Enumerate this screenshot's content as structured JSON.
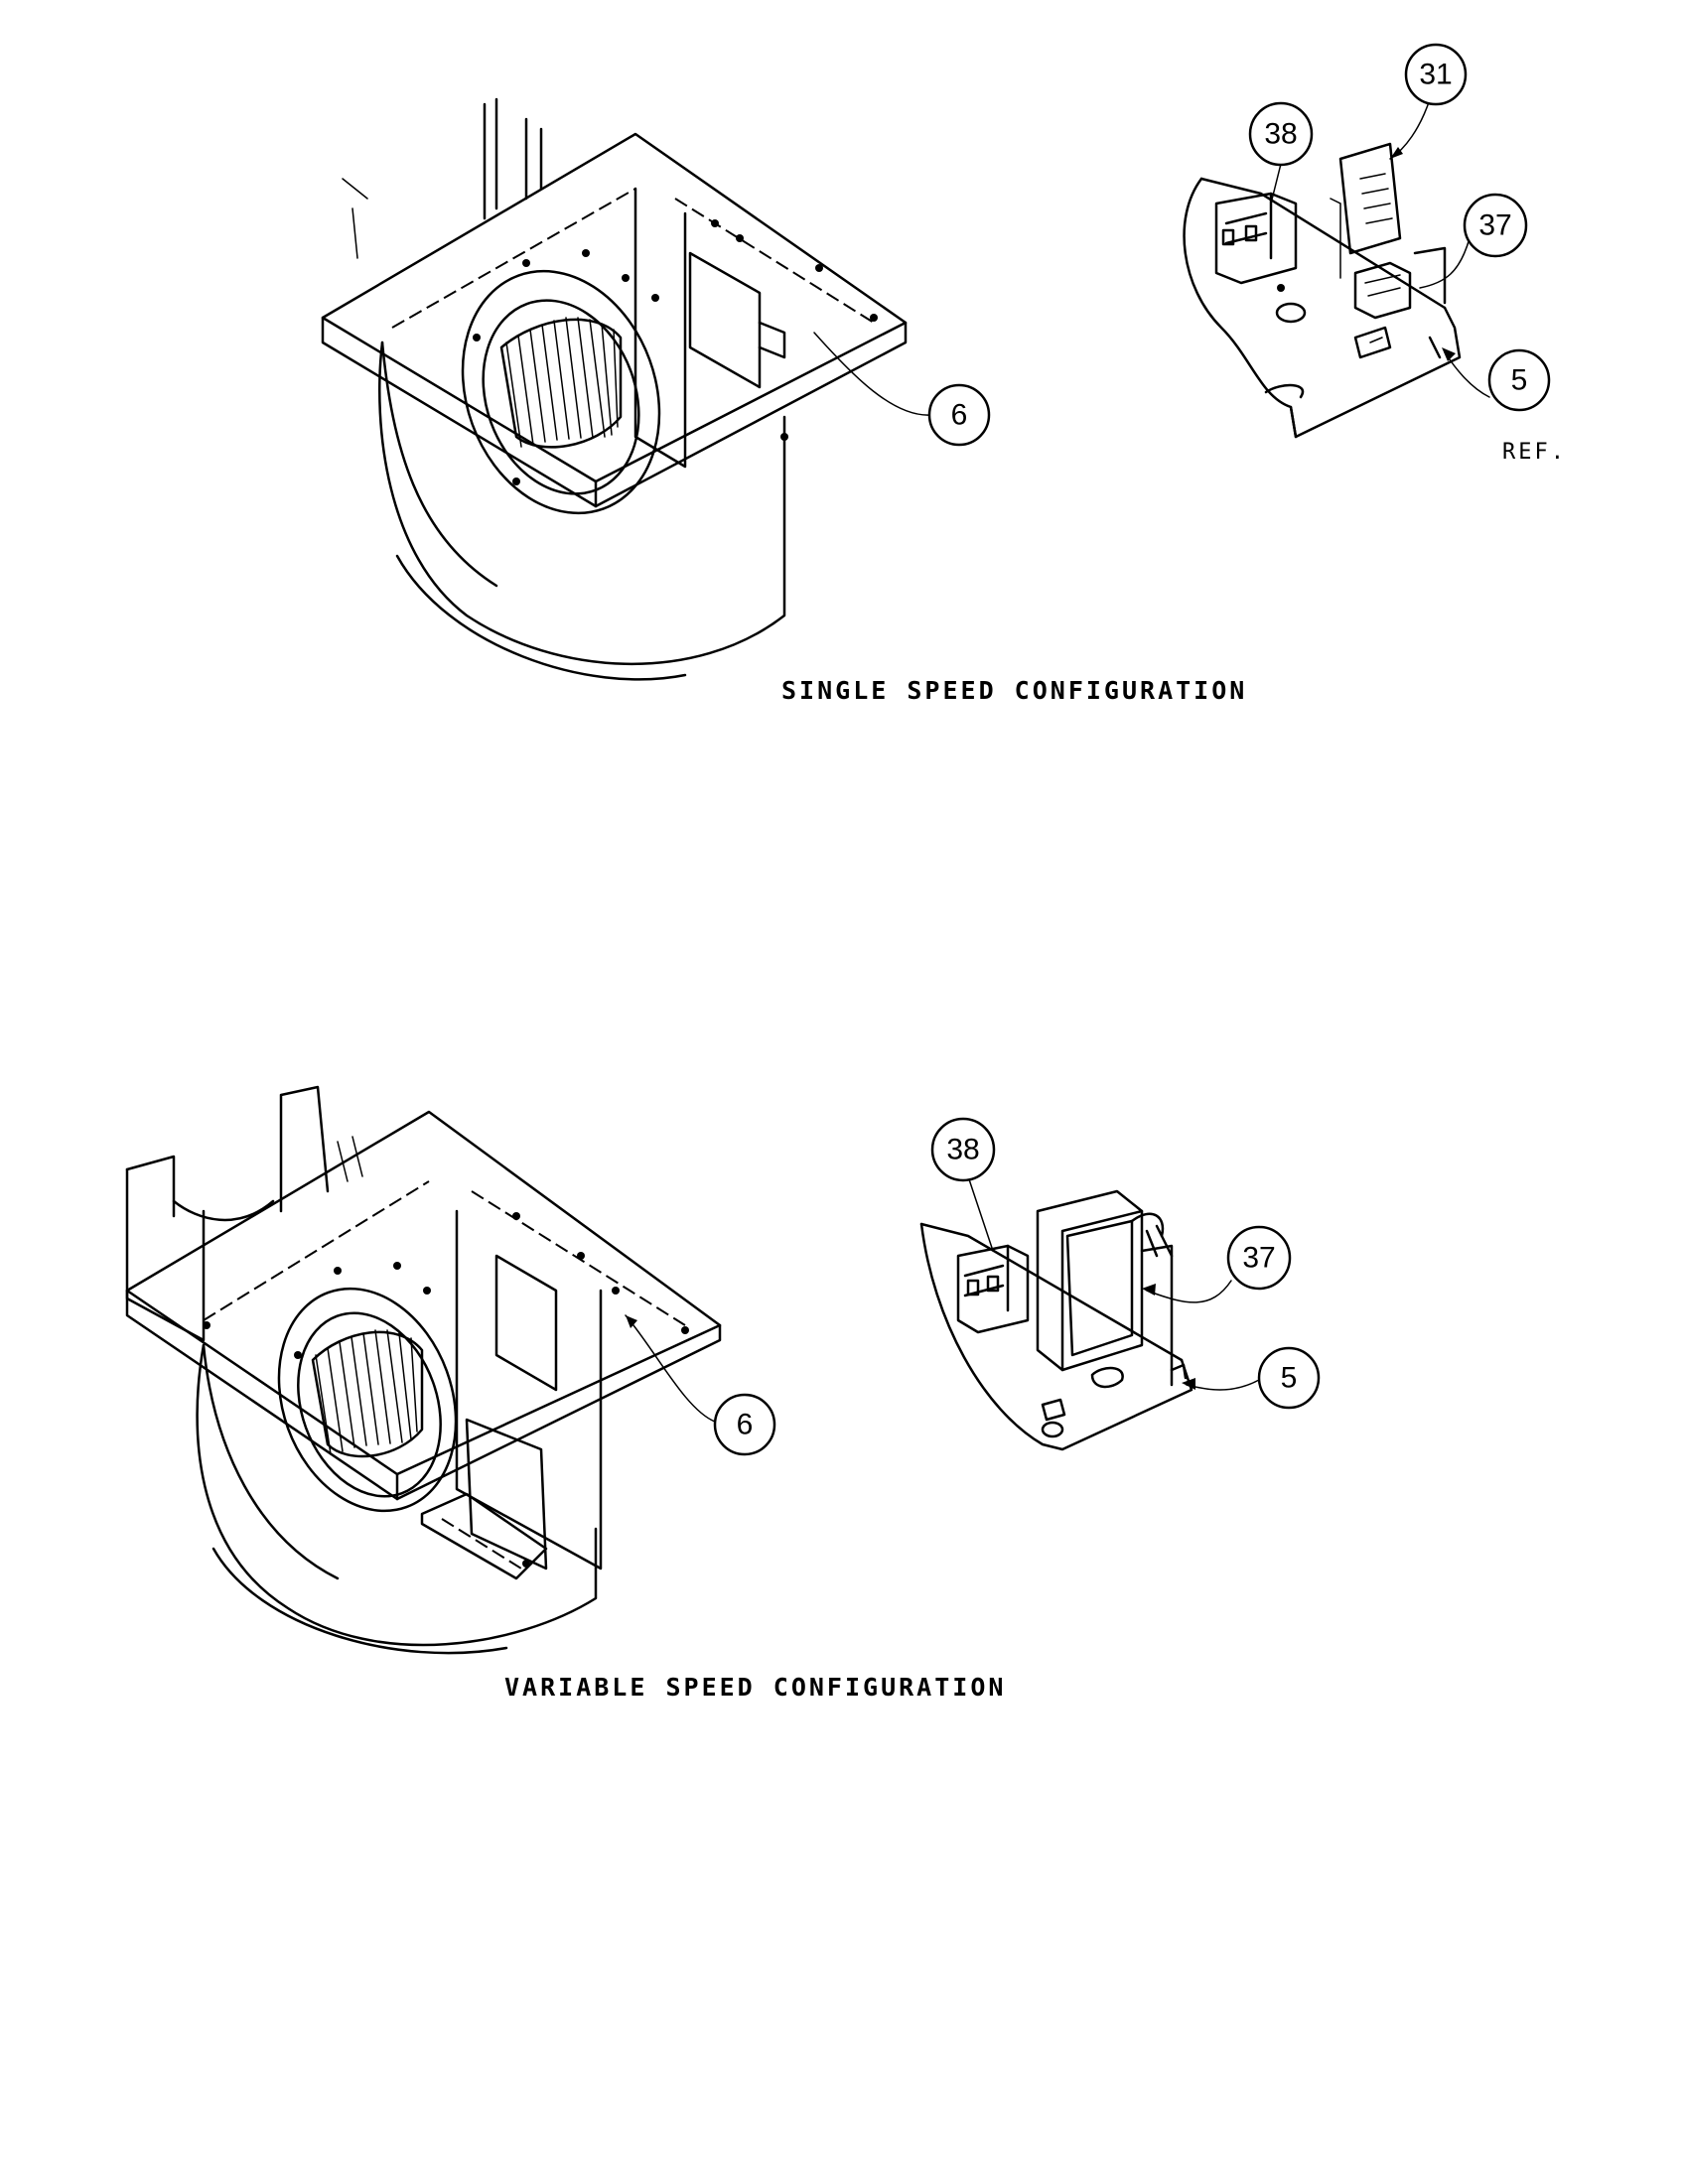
{
  "figures": [
    {
      "caption": "SINGLE SPEED CONFIGURATION",
      "callouts": [
        "6",
        "38",
        "31",
        "37",
        "5"
      ],
      "ref_note": "REF."
    },
    {
      "caption": "VARIABLE SPEED CONFIGURATION",
      "callouts": [
        "6",
        "38",
        "37",
        "5"
      ]
    }
  ]
}
